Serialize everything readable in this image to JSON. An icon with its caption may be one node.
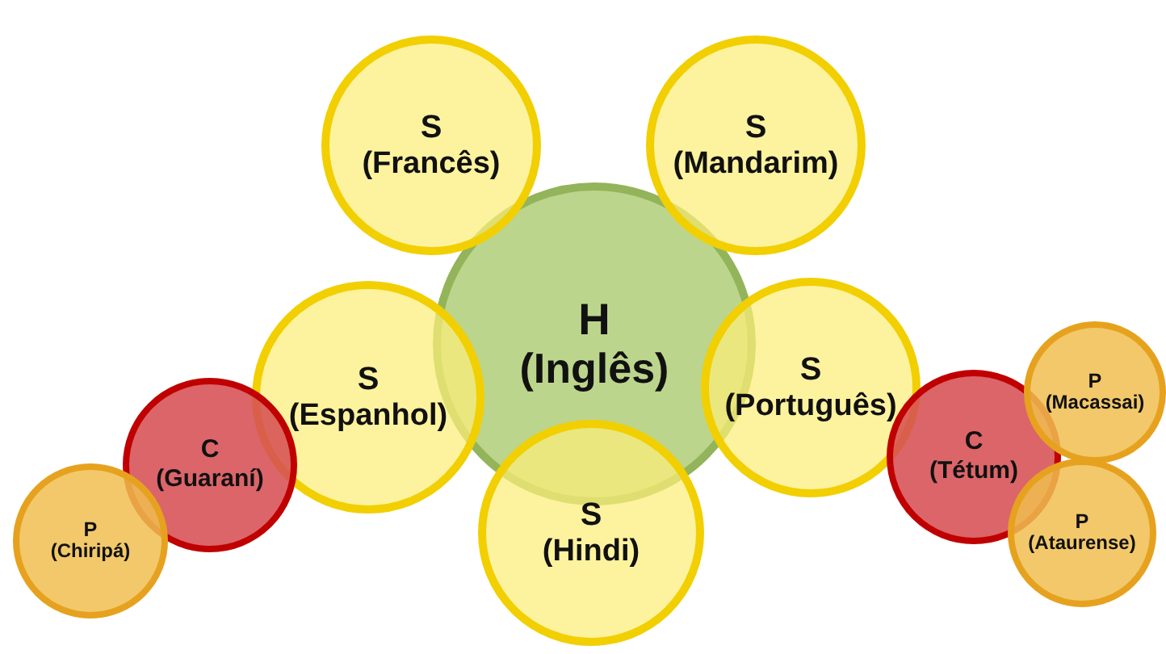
{
  "diagram": {
    "nodes": [
      {
        "text": [
          "S",
          "(Francês)"
        ]
      },
      {
        "text": [
          "S",
          "(Mandarim)"
        ]
      },
      {
        "text": [
          "H",
          "(Inglês)"
        ]
      },
      {
        "text": [
          "S",
          "(Espanhol)"
        ]
      },
      {
        "text": [
          "S",
          "(Português)"
        ]
      },
      {
        "text": [
          "P",
          "(Macassai)"
        ]
      },
      {
        "text": [
          "C",
          "(Guaraní)"
        ]
      },
      {
        "text": [
          "C",
          "(Tétum)"
        ]
      },
      {
        "text": [
          "S",
          "(Hindi)"
        ]
      },
      {
        "text": [
          "P",
          "(Chiripá)"
        ]
      },
      {
        "text": [
          "P",
          "(Ataurense)"
        ]
      }
    ]
  }
}
